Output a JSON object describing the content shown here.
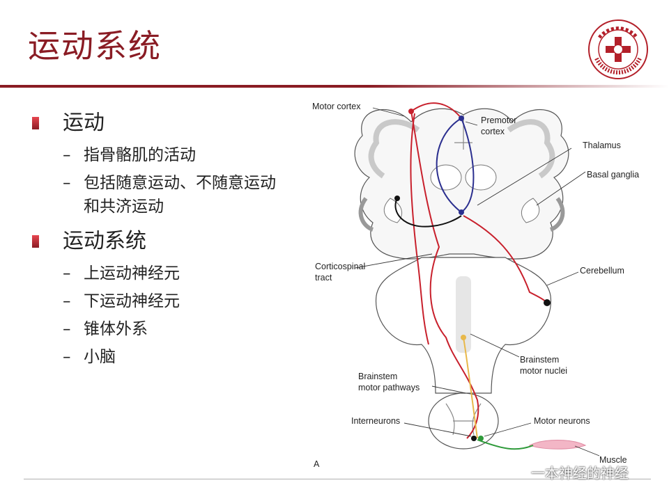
{
  "slide": {
    "title": "运动系统",
    "bullets": [
      {
        "text": "运动",
        "sub": [
          "指骨骼肌的活动",
          "包括随意运动、不随意运动",
          "和共济运动"
        ]
      },
      {
        "text": "运动系统",
        "sub": [
          "上运动神经元",
          "下运动神经元",
          "锥体外系",
          "小脑"
        ]
      }
    ]
  },
  "logo": {
    "icon": "hospital-cross-logo",
    "brand_color": "#b3202a",
    "lettering": "BEIJING CHAO-YANG HOSPITAL 北京朝阳医院"
  },
  "diagram": {
    "labels": {
      "motor_cortex": "Motor cortex",
      "premotor_1": "Premotor",
      "premotor_2": "cortex",
      "thalamus": "Thalamus",
      "basal_ganglia": "Basal ganglia",
      "corticospinal_1": "Corticospinal",
      "corticospinal_2": "tract",
      "cerebellum": "Cerebellum",
      "brainstem_nuclei_1": "Brainstem",
      "brainstem_nuclei_2": "motor nuclei",
      "brainstem_path_1": "Brainstem",
      "brainstem_path_2": "motor pathways",
      "interneurons": "Interneurons",
      "motor_neurons": "Motor neurons",
      "muscle": "Muscle",
      "panel": "A"
    },
    "colors": {
      "corticospinal": "#c8202c",
      "premotor_loop": "#2b2f8f",
      "basal_loop": "#111111",
      "brainstem_path": "#e8b84a",
      "motor_neuron": "#2e9a3a"
    }
  },
  "watermark": {
    "text": "一本神经的神经",
    "icon": "wechat-icon"
  }
}
